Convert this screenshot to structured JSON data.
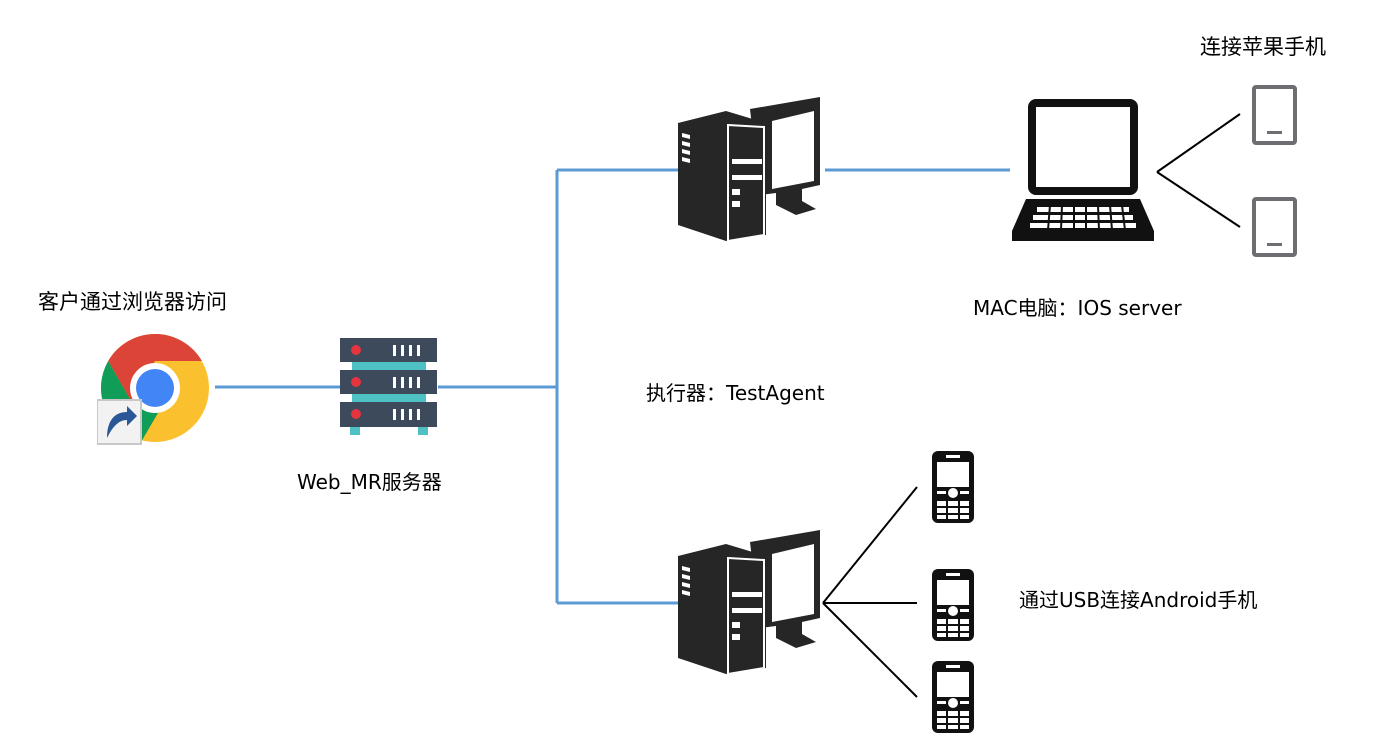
{
  "labels": {
    "browser": "客户通过浏览器访问",
    "web_server": "Web_MR服务器",
    "agent": "执行器：TestAgent",
    "mac": "MAC电脑：IOS server",
    "apple_phones": "连接苹果手机",
    "android_phones": "通过USB连接Android手机"
  },
  "nodes": [
    {
      "id": "browser",
      "icon": "chrome-shortcut-icon"
    },
    {
      "id": "web_server",
      "icon": "server-rack-icon"
    },
    {
      "id": "agent_top",
      "icon": "desktop-computer-icon"
    },
    {
      "id": "agent_bottom",
      "icon": "desktop-computer-icon"
    },
    {
      "id": "mac",
      "icon": "laptop-icon"
    },
    {
      "id": "ios_phone_1",
      "icon": "tablet-phone-icon"
    },
    {
      "id": "ios_phone_2",
      "icon": "tablet-phone-icon"
    },
    {
      "id": "android_phone_1",
      "icon": "feature-phone-icon"
    },
    {
      "id": "android_phone_2",
      "icon": "feature-phone-icon"
    },
    {
      "id": "android_phone_3",
      "icon": "feature-phone-icon"
    }
  ],
  "colors": {
    "link": "#5b9bd5",
    "usb_link": "#000000",
    "device": "#262626",
    "ios_device": "#6d6e71",
    "server_body": "#3d4a5c",
    "server_accent": "#4fc1c4",
    "server_led": "#e5343f"
  }
}
